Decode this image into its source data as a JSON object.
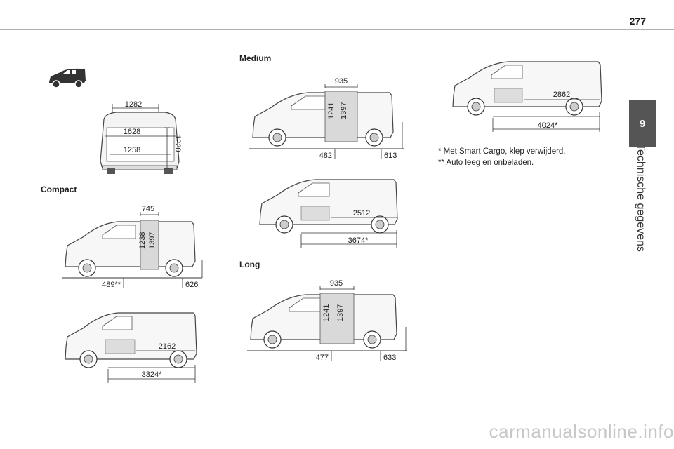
{
  "page": {
    "number": "277",
    "chapter_number": "9",
    "chapter_title": "Technische gegevens",
    "watermark": "carmanualsonline.info"
  },
  "sections": {
    "compact": "Compact",
    "medium": "Medium",
    "long": "Long"
  },
  "rear_view": {
    "top_width": "1282",
    "mid_width": "1628",
    "bottom_width": "1258",
    "height": "1220"
  },
  "compact": {
    "side": {
      "top": "745",
      "h1": "1238",
      "h2": "1397",
      "left": "489**",
      "right": "626"
    },
    "length": {
      "inner": "2162",
      "outer": "3324*"
    }
  },
  "medium": {
    "side": {
      "top": "935",
      "h1": "1241",
      "h2": "1397",
      "left": "482",
      "right": "613"
    },
    "length": {
      "inner": "2512",
      "outer": "3674*"
    }
  },
  "long": {
    "side": {
      "top": "935",
      "h1": "1241",
      "h2": "1397",
      "left": "477",
      "right": "633"
    },
    "length": {
      "inner": "2862",
      "outer": "4024*"
    }
  },
  "notes": {
    "note1": "* Met Smart Cargo, klep verwijderd.",
    "note2": "** Auto leeg en onbeladen."
  },
  "colors": {
    "tab": "#555555",
    "rule": "#b0b0b0",
    "line": "#333333"
  }
}
